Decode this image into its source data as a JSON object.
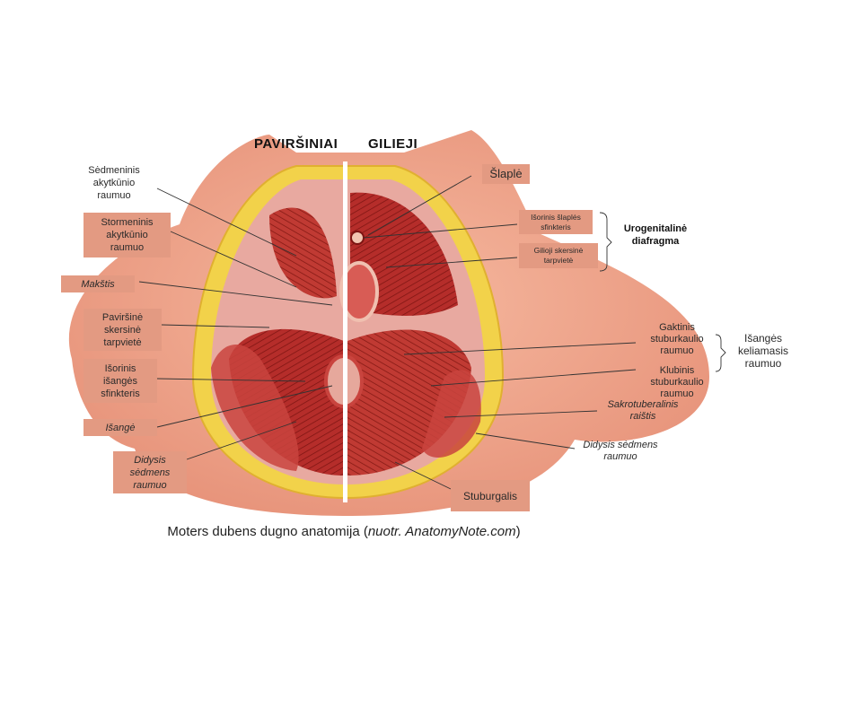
{
  "headings": {
    "superficial": "PAVIRŠINIAI",
    "deep": "GILIEJI"
  },
  "left_labels": {
    "sedmeninis": "Sėdmeninis akytkūnio raumuo",
    "stormeninis": "Stormeninis akytkūnio raumuo",
    "makstis": "Makštis",
    "pavirsine": "Paviršinė skersinė tarpvietė",
    "isorinis_isanges": "Išorinis išangės sfinkteris",
    "isange": "Išangė",
    "didysis": "Didysis sėdmens raumuo"
  },
  "right_labels": {
    "slaple": "Šlaplė",
    "isorinis_slaples": "Išorinis šlaplės sfinkteris",
    "gilioji": "Gilioji skersinė tarpvietė",
    "urogenital_group": "Urogenitalinė diafragma",
    "gaktinis": "Gaktinis stuburkaulio raumuo",
    "klubinis": "Klubinis stuburkaulio raumuo",
    "levator_group": "Išangės keliamasis raumuo",
    "sakrotuberalinis": "Sakrotuberalinis raištis",
    "didysis": "Didysis sėdmens raumuo",
    "stuburgalis": "Stuburgalis"
  },
  "caption": {
    "main": "Moters dubens dugno anatomija (",
    "italic": "nuotr. AnatomyNote.com",
    "end": ")"
  },
  "colors": {
    "label_box": "#e39a82",
    "skin": "#f0a98e",
    "fat": "#f2d24a",
    "muscle": "#b8312c"
  }
}
